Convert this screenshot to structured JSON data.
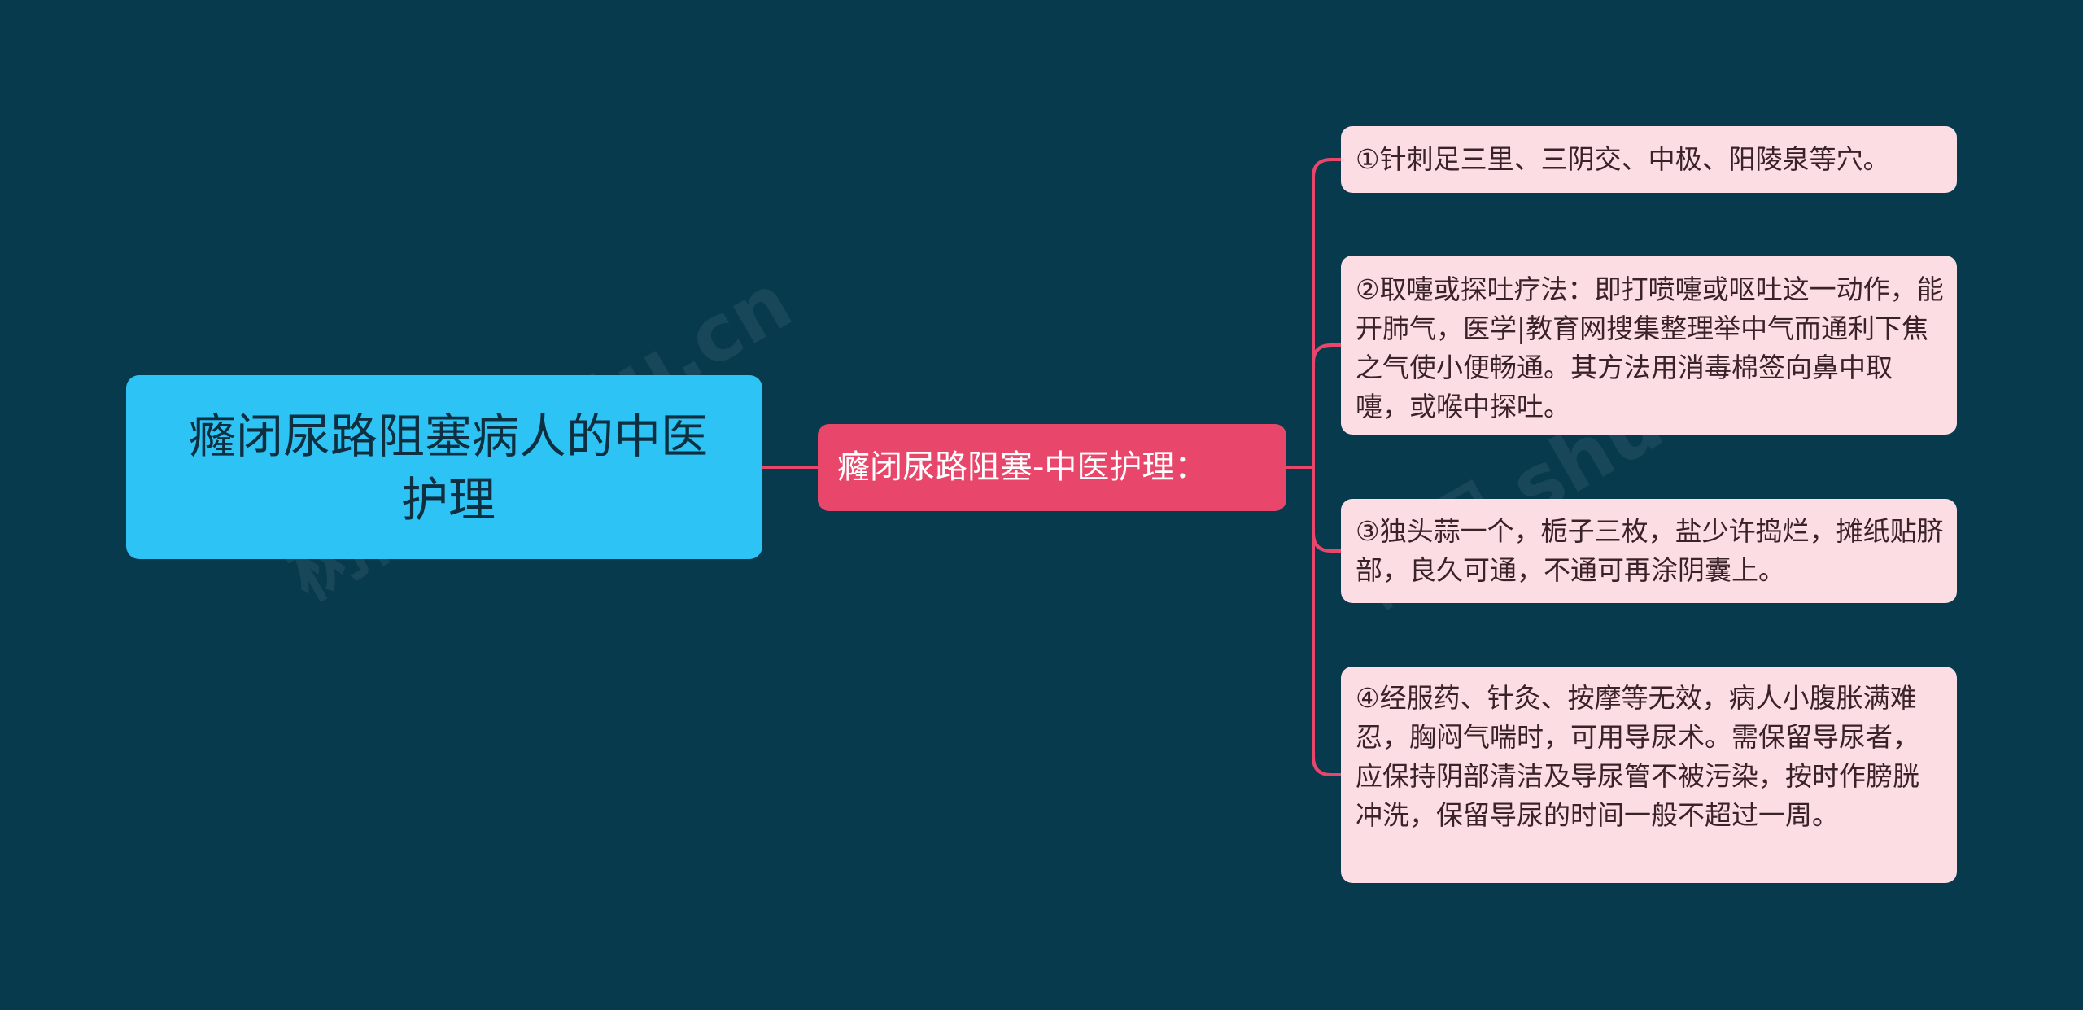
{
  "colors": {
    "background": "#073a4d",
    "root_fill": "#2ec3f5",
    "branch_fill": "#e8476b",
    "leaf_fill": "#fcdde3",
    "connector": "#e8476b"
  },
  "root": {
    "label": "癃闭尿路阻塞病人的中医护理"
  },
  "branch": {
    "label": "癃闭尿路阻塞-中医护理："
  },
  "leaves": [
    {
      "label": "①针刺足三里、三阴交、中极、阳陵泉等穴。"
    },
    {
      "label": "②取嚏或探吐疗法：即打喷嚏或呕吐这一动作，能开肺气，医学|教育网搜集整理举中气而通利下焦之气使小便畅通。其方法用消毒棉签向鼻中取嚏，或喉中探吐。"
    },
    {
      "label": "③独头蒜一个，栀子三枚，盐少许捣烂，摊纸贴脐部，良久可通，不通可再涂阴囊上。"
    },
    {
      "label": "④经服药、针灸、按摩等无效，病人小腹胀满难忍，胸闷气喘时，可用导尿术。需保留导尿者，应保持阴部清洁及导尿管不被污染，按时作膀胱冲洗，保留导尿的时间一般不超过一周。"
    }
  ],
  "watermarks": [
    "树图 shutu.cn",
    "树图 shutu.cn"
  ]
}
